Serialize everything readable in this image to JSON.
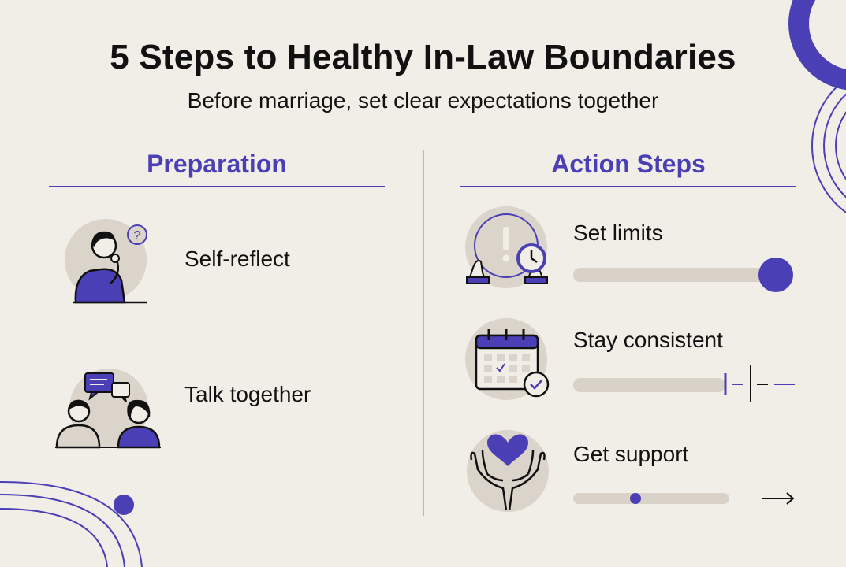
{
  "title": "5 Steps to Healthy In-Law Boundaries",
  "subtitle": "Before marriage, set clear expectations together",
  "colors": {
    "background": "#f1ede7",
    "accent": "#4a3fb5",
    "circle": "#dbd4cb",
    "track": "#d9d2c9",
    "divider": "#bdb6ad"
  },
  "preparation": {
    "heading": "Preparation",
    "items": [
      {
        "label": "Self-reflect",
        "icon": "thinking-person-icon"
      },
      {
        "label": "Talk together",
        "icon": "conversation-icon"
      }
    ]
  },
  "action": {
    "heading": "Action Steps",
    "items": [
      {
        "label": "Set limits",
        "icon": "alert-clock-icon",
        "level": 1.0
      },
      {
        "label": "Stay consistent",
        "icon": "calendar-check-icon",
        "level": 0.68
      },
      {
        "label": "Get support",
        "icon": "heart-hands-icon",
        "level": 0.38
      }
    ]
  }
}
